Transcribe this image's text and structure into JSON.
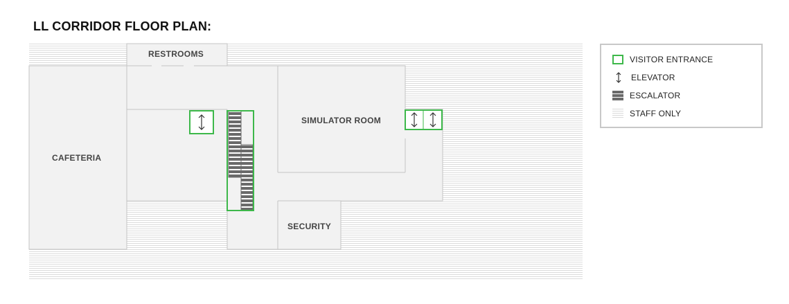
{
  "title": "LL CORRIDOR FLOOR PLAN:",
  "rooms": {
    "restrooms": "RESTROOMS",
    "cafeteria": "CAFETERIA",
    "simulator_room": "SIMULATOR ROOM",
    "security": "SECURITY"
  },
  "legend": {
    "items": [
      {
        "label": "VISITOR ENTRANCE",
        "icon": "visitor-entrance-icon"
      },
      {
        "label": "ELEVATOR",
        "icon": "elevator-icon"
      },
      {
        "label": "ESCALATOR",
        "icon": "escalator-icon"
      },
      {
        "label": "STAFF ONLY",
        "icon": "staff-only-icon"
      }
    ]
  },
  "colors": {
    "entrance": "#3db84a",
    "room_fill": "#f2f2f2",
    "wall": "#c4c4c4",
    "staff_hatch": "#d9d9d9",
    "escalator": "#6a6a6a"
  }
}
